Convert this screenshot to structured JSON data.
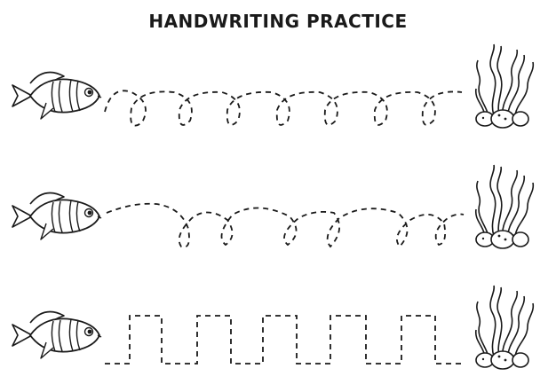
{
  "worksheet": {
    "title": "HANDWRITING PRACTICE",
    "rows": [
      {
        "start_picture": "fish-icon",
        "trace_pattern": "small-loops",
        "end_picture": "seaweed-icon"
      },
      {
        "start_picture": "fish-icon",
        "trace_pattern": "big-loops",
        "end_picture": "seaweed-icon"
      },
      {
        "start_picture": "fish-icon",
        "trace_pattern": "square-wave",
        "end_picture": "seaweed-icon"
      }
    ],
    "colors": {
      "ink": "#1a1a1a",
      "paper": "#ffffff"
    }
  }
}
